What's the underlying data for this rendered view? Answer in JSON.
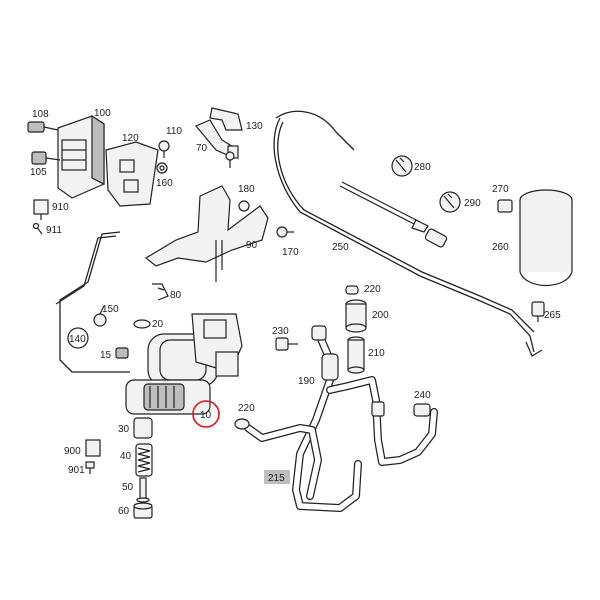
{
  "accent_color": "#e8101a",
  "labels": {
    "l100": "100",
    "l108": "108",
    "l105": "105",
    "l910": "910",
    "l911": "911",
    "l120": "120",
    "l110": "110",
    "l160": "160",
    "l70": "70",
    "l130": "130",
    "l180": "180",
    "l90": "90",
    "l170": "170",
    "l80": "80",
    "l150": "150",
    "l140": "140",
    "l15": "15",
    "l20": "20",
    "l10": "10",
    "l30": "30",
    "l40": "40",
    "l50": "50",
    "l60": "60",
    "l900": "900",
    "l901": "901",
    "l250": "250",
    "l280": "280",
    "l290": "290",
    "l270": "270",
    "l260": "260",
    "l265": "265",
    "l220a": "220",
    "l200": "200",
    "l230": "230",
    "l210": "210",
    "l190": "190",
    "l220b": "220",
    "l240": "240",
    "l215": "215"
  }
}
